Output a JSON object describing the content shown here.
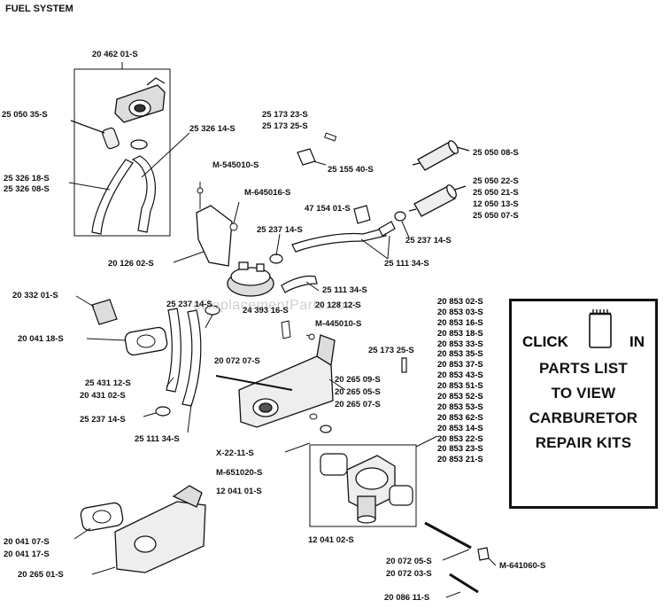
{
  "title": "FUEL SYSTEM",
  "watermark": "eReplacementParts.com",
  "callout": {
    "click": "CLICK",
    "in": "IN",
    "line2": "PARTS LIST",
    "line3": "TO VIEW",
    "line4": "CARBURETOR",
    "line5": "REPAIR KITS",
    "icon": "notebook-icon"
  },
  "labels": {
    "p20_462_01": "20 462 01-S",
    "p25_050_35": "25 050 35-S",
    "p25_326_14": "25 326 14-S",
    "p25_326_18": "25 326 18-S",
    "p25_326_08": "25 326 08-S",
    "p25_173_23": "25 173 23-S",
    "p25_173_25a": "25 173 25-S",
    "pM545010": "M-545010-S",
    "p25_155_40": "25 155 40-S",
    "p25_050_08": "25 050 08-S",
    "pM645016": "M-645016-S",
    "p25_050_22": "25 050 22-S",
    "p25_050_21": "25 050 21-S",
    "p12_050_13": "12 050 13-S",
    "p25_050_07": "25 050 07-S",
    "p47_154_01": "47 154 01-S",
    "p25_237_14a": "25 237 14-S",
    "p25_237_14b": "25 237 14-S",
    "p20_126_02": "20 126 02-S",
    "p25_111_34a": "25 111 34-S",
    "p25_111_34b": "25 111 34-S",
    "p20_332_01": "20 332 01-S",
    "p25_237_14c": "25 237 14-S",
    "p20_128_12": "20 128 12-S",
    "p24_393_16": "24 393 16-S",
    "pM445010": "M-445010-S",
    "p20_041_18": "20 041 18-S",
    "p25_173_25b": "25 173 25-S",
    "p20_072_07": "20 072 07-S",
    "p25_431_12": "25 431 12-S",
    "p20_431_02": "20 431 02-S",
    "p20_265_09": "20 265 09-S",
    "p20_265_05": "20 265 05-S",
    "p20_265_07": "20 265 07-S",
    "p25_237_14d": "25 237 14-S",
    "p25_111_34c": "25 111 34-S",
    "pX22_11": "X-22-11-S",
    "pM651020": "M-651020-S",
    "p12_041_01": "12 041 01-S",
    "p20_041_07": "20 041 07-S",
    "p20_041_17": "20 041 17-S",
    "p20_265_01": "20 265 01-S",
    "p12_041_02": "12 041 02-S",
    "p20_072_05": "20 072 05-S",
    "p20_072_03": "20 072 03-S",
    "pM641060": "M-641060-S",
    "p20_086_11": "20 086 11-S"
  },
  "carb_parts": [
    "20 853 02-S",
    "20 853 03-S",
    "20 853 16-S",
    "20 853 18-S",
    "20 853 33-S",
    "20 853 35-S",
    "20 853 37-S",
    "20 853 43-S",
    "20 853 51-S",
    "20 853 52-S",
    "20 853 53-S",
    "20 853 62-S",
    "20 853 14-S",
    "20 853 22-S",
    "20 853 23-S",
    "20 853 21-S"
  ]
}
